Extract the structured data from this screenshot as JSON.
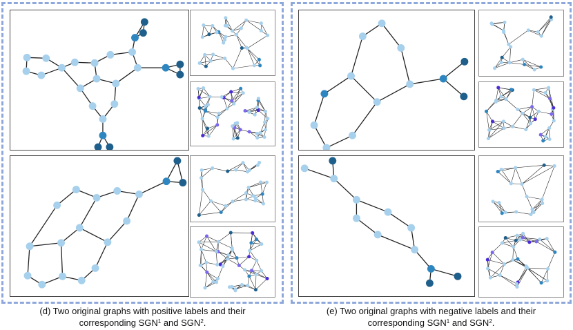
{
  "colors": {
    "border_dash": "#8fa8dc",
    "node_light": "#a6d0ec",
    "node_mid": "#2e86c1",
    "node_dark": "#1f5f8b",
    "node_purple": "#7b68ee",
    "node_violet": "#4b2bd6",
    "edge": "#222222"
  },
  "captions": {
    "d": {
      "line1": "(d) Two original graphs with positive labels and their",
      "line2_prefix": "corresponding SGN",
      "sup1": "1",
      "mid": " and SGN",
      "sup2": "2",
      "suffix": "."
    },
    "e": {
      "line1": "(e) Two original graphs with negative labels and their",
      "line2_prefix": "corresponding SGN",
      "sup1": "1",
      "mid": " and SGN",
      "sup2": "2",
      "suffix": "."
    }
  },
  "chart_data": {
    "type": "diagram",
    "graphs": [
      {
        "id": "d-main-1",
        "nodes": [
          [
            24,
            69,
            "L"
          ],
          [
            52,
            70,
            "L"
          ],
          [
            23,
            89,
            "L"
          ],
          [
            45,
            95,
            "L"
          ],
          [
            75,
            84,
            "L"
          ],
          [
            94,
            76,
            "L"
          ],
          [
            123,
            77,
            "L"
          ],
          [
            146,
            65,
            "L"
          ],
          [
            178,
            61,
            "L"
          ],
          [
            186,
            84,
            "L"
          ],
          [
            126,
            100,
            "L"
          ],
          [
            102,
            114,
            "L"
          ],
          [
            154,
            107,
            "L"
          ],
          [
            120,
            140,
            "L"
          ],
          [
            152,
            137,
            "L"
          ],
          [
            135,
            159,
            "L"
          ],
          [
            135,
            183,
            "M"
          ],
          [
            128,
            200,
            "D"
          ],
          [
            145,
            200,
            "D"
          ],
          [
            182,
            40,
            "M"
          ],
          [
            194,
            33,
            "D"
          ],
          [
            196,
            17,
            "D"
          ],
          [
            227,
            84,
            "M"
          ],
          [
            248,
            79,
            "D"
          ],
          [
            248,
            94,
            "D"
          ]
        ],
        "edges": [
          [
            0,
            1
          ],
          [
            1,
            4
          ],
          [
            2,
            3
          ],
          [
            3,
            4
          ],
          [
            4,
            5
          ],
          [
            5,
            6
          ],
          [
            6,
            7
          ],
          [
            7,
            8
          ],
          [
            8,
            9
          ],
          [
            0,
            2
          ],
          [
            6,
            10
          ],
          [
            10,
            11
          ],
          [
            4,
            11
          ],
          [
            10,
            12
          ],
          [
            9,
            12
          ],
          [
            11,
            13
          ],
          [
            13,
            15
          ],
          [
            12,
            14
          ],
          [
            14,
            15
          ],
          [
            15,
            16
          ],
          [
            16,
            17
          ],
          [
            16,
            18
          ],
          [
            8,
            19
          ],
          [
            19,
            20
          ],
          [
            19,
            21
          ],
          [
            20,
            21
          ],
          [
            9,
            22
          ],
          [
            22,
            23
          ],
          [
            22,
            24
          ],
          [
            23,
            24
          ]
        ]
      },
      {
        "id": "d-main-2",
        "nodes": [
          [
            28,
            132,
            "L"
          ],
          [
            25,
            175,
            "L"
          ],
          [
            46,
            188,
            "L"
          ],
          [
            76,
            176,
            "L"
          ],
          [
            104,
            182,
            "L"
          ],
          [
            124,
            164,
            "L"
          ],
          [
            142,
            126,
            "L"
          ],
          [
            74,
            127,
            "L"
          ],
          [
            101,
            105,
            "L"
          ],
          [
            68,
            72,
            "L"
          ],
          [
            96,
            49,
            "L"
          ],
          [
            126,
            61,
            "L"
          ],
          [
            156,
            51,
            "L"
          ],
          [
            188,
            56,
            "L"
          ],
          [
            170,
            95,
            "L"
          ],
          [
            228,
            37,
            "M"
          ],
          [
            244,
            7,
            "D"
          ],
          [
            252,
            39,
            "D"
          ]
        ],
        "edges": [
          [
            0,
            1
          ],
          [
            1,
            2
          ],
          [
            2,
            3
          ],
          [
            3,
            4
          ],
          [
            4,
            5
          ],
          [
            5,
            6
          ],
          [
            0,
            7
          ],
          [
            3,
            7
          ],
          [
            7,
            8
          ],
          [
            8,
            6
          ],
          [
            0,
            9
          ],
          [
            9,
            10
          ],
          [
            10,
            11
          ],
          [
            11,
            12
          ],
          [
            12,
            13
          ],
          [
            13,
            14
          ],
          [
            14,
            6
          ],
          [
            11,
            8
          ],
          [
            13,
            15
          ],
          [
            15,
            16
          ],
          [
            15,
            17
          ],
          [
            16,
            17
          ]
        ]
      },
      {
        "id": "e-main-1",
        "nodes": [
          [
            121,
            19,
            "L"
          ],
          [
            93,
            38,
            "L"
          ],
          [
            149,
            55,
            "L"
          ],
          [
            76,
            96,
            "L"
          ],
          [
            37,
            122,
            "M"
          ],
          [
            114,
            134,
            "L"
          ],
          [
            162,
            108,
            "L"
          ],
          [
            211,
            100,
            "M"
          ],
          [
            242,
            75,
            "D"
          ],
          [
            241,
            126,
            "D"
          ],
          [
            22,
            168,
            "L"
          ],
          [
            40,
            201,
            "L"
          ],
          [
            78,
            183,
            "L"
          ]
        ],
        "edges": [
          [
            0,
            1
          ],
          [
            0,
            2
          ],
          [
            1,
            3
          ],
          [
            2,
            6
          ],
          [
            3,
            4
          ],
          [
            3,
            5
          ],
          [
            5,
            6
          ],
          [
            6,
            7
          ],
          [
            7,
            8
          ],
          [
            7,
            9
          ],
          [
            4,
            10
          ],
          [
            10,
            11
          ],
          [
            11,
            12
          ],
          [
            12,
            5
          ]
        ]
      },
      {
        "id": "e-main-2",
        "nodes": [
          [
            8,
            18,
            "L"
          ],
          [
            49,
            7,
            "D"
          ],
          [
            51,
            33,
            "L"
          ],
          [
            84,
            64,
            "L"
          ],
          [
            84,
            91,
            "L"
          ],
          [
            115,
            115,
            "L"
          ],
          [
            130,
            82,
            "L"
          ],
          [
            164,
            105,
            "L"
          ],
          [
            169,
            137,
            "L"
          ],
          [
            193,
            165,
            "M"
          ],
          [
            191,
            186,
            "D"
          ],
          [
            232,
            176,
            "D"
          ]
        ],
        "edges": [
          [
            0,
            2
          ],
          [
            1,
            2
          ],
          [
            2,
            3
          ],
          [
            3,
            4
          ],
          [
            3,
            6
          ],
          [
            4,
            5
          ],
          [
            5,
            8
          ],
          [
            6,
            7
          ],
          [
            7,
            8
          ],
          [
            8,
            9
          ],
          [
            9,
            10
          ],
          [
            9,
            11
          ]
        ]
      }
    ],
    "thumbnails": [
      {
        "id": "d-thumb-1",
        "pattern": "mesh",
        "count": 32,
        "purple": false
      },
      {
        "id": "d-thumb-2",
        "pattern": "dense",
        "count": 48,
        "purple": true
      },
      {
        "id": "d-thumb-3",
        "pattern": "mesh",
        "count": 26,
        "purple": false
      },
      {
        "id": "d-thumb-4",
        "pattern": "dense",
        "count": 44,
        "purple": true
      },
      {
        "id": "e-thumb-1",
        "pattern": "mesh",
        "count": 20,
        "purple": false
      },
      {
        "id": "e-thumb-2",
        "pattern": "dense",
        "count": 36,
        "purple": true
      },
      {
        "id": "e-thumb-3",
        "pattern": "mesh",
        "count": 18,
        "purple": false
      },
      {
        "id": "e-thumb-4",
        "pattern": "dense",
        "count": 30,
        "purple": true
      }
    ]
  }
}
